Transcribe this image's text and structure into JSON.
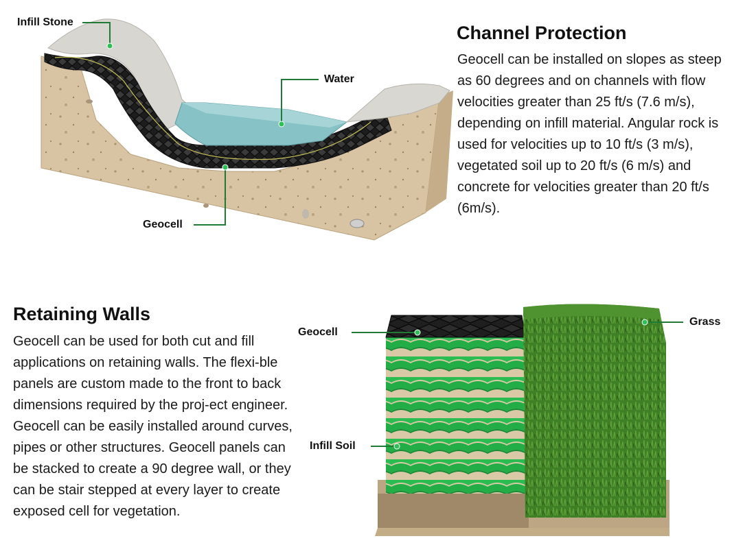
{
  "colors": {
    "callout_line": "#1e7a35",
    "geocell_green": "#27b04a",
    "geocell_black": "#1c1c1c",
    "water": "#7fb9bf",
    "soil": "#d9c6a5",
    "grass": "#3d7d22"
  },
  "channel": {
    "heading": "Channel Protection",
    "body": "Geocell can be installed on slopes as steep as 60 degrees and on channels with flow velocities greater than 25 ft/s (7.6 m/s), depending on infill material. Angular rock is used for velocities up to 10 ft/s (3 m/s), vegetated soil up to 20 ft/s (6 m/s) and concrete for velocities greater than 20 ft/s (6m/s).",
    "labels": {
      "infill_stone": "Infill Stone",
      "water": "Water",
      "geocell": "Geocell"
    }
  },
  "retaining": {
    "heading": "Retaining Walls",
    "body": "Geocell can be used for both cut and fill applications on retaining walls. The flexi-ble panels are custom made to the front to back dimensions required by the proj-ect engineer. Geocell can be easily installed around curves, pipes or other structures. Geocell panels can be stacked to create a 90 degree wall, or they can be stair stepped at every layer to create exposed cell for vegetation.",
    "labels": {
      "geocell": "Geocell",
      "infill_soil": "Infill Soil",
      "grass": "Grass"
    }
  }
}
